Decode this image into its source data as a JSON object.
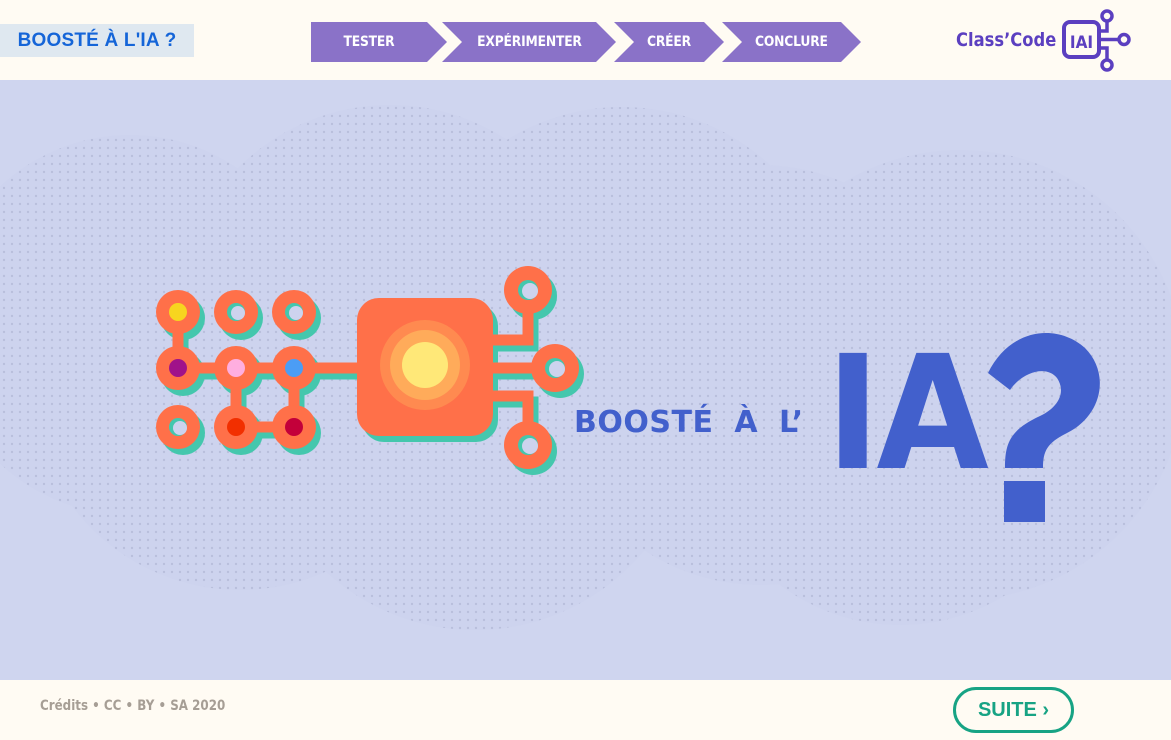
{
  "header": {
    "page_badge": "BOOSTÉ À L'IA ?",
    "steps": [
      {
        "label": "TESTER"
      },
      {
        "label": "EXPÉRIMENTER"
      },
      {
        "label": "CRÉER"
      },
      {
        "label": "CONCLURE"
      }
    ],
    "logo": {
      "text": "Class’Code",
      "badge": "IAI"
    }
  },
  "hero": {
    "subtitle": "BOOSTÉ À L’",
    "big_text": "IA",
    "question_mark": "?",
    "illustration": "circuit-chip-icon"
  },
  "footer": {
    "credits": "Crédits • CC • BY • SA 2020",
    "next_button": "SUITE ›"
  },
  "colors": {
    "header_bg": "#fffbf3",
    "main_bg": "#cfd5ef",
    "step_bg": "#8a72c8",
    "badge_text": "#1565d8",
    "badge_bg": "#dfe8f0",
    "logo": "#5b3fc0",
    "title_blue": "#4260cc",
    "circuit_orange": "#ff7049",
    "circuit_shadow": "#44c7ad",
    "suite_green": "#17a384",
    "credits_gray": "#a69e95"
  }
}
